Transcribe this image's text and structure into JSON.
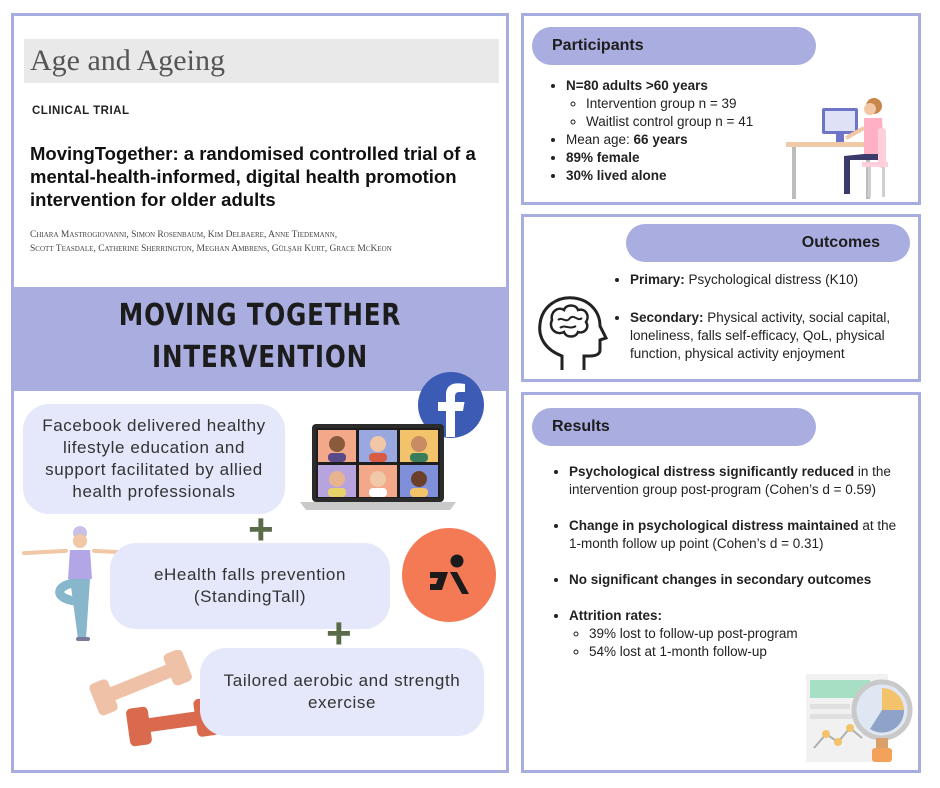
{
  "left": {
    "journal": "Age and Ageing",
    "trial_type": "CLINICAL TRIAL",
    "title": "MovingTogether: a randomised controlled trial of a mental-health-informed, digital health promotion intervention for older adults",
    "authors_line1": "Chiara Mastrogiovanni, Simon Rosenbaum, Kim Delbaere, Anne Tiedemann,",
    "authors_line2": "Scott Teasdale, Catherine Sherrington, Meghan Ambrens, Gülşah Kurt, Grace McKeon",
    "banner_line1": "MOVING TOGETHER",
    "banner_line2": "INTERVENTION",
    "component1": "Facebook delivered healthy lifestyle education and support facilitated by allied health professionals",
    "component2": "eHealth falls prevention (StandingTall)",
    "component3": "Tailored aerobic and strength exercise",
    "plus": "+"
  },
  "participants": {
    "heading": "Participants",
    "n_total": "N=80 adults >60 years",
    "intervention": "Intervention group n = 39",
    "waitlist": "Waitlist control group n = 41",
    "mean_age_label": "Mean age: ",
    "mean_age_value": "66 years",
    "female": "89% female",
    "alone": "30% lived alone"
  },
  "outcomes": {
    "heading": "Outcomes",
    "primary_label": "Primary:",
    "primary_text": " Psychological distress (K10)",
    "secondary_label": "Secondary:",
    "secondary_text": " Physical activity, social capital, loneliness, falls self-efficacy, QoL, physical function, physical activity enjoyment"
  },
  "results": {
    "heading": "Results",
    "r1_bold": "Psychological distress significantly reduced",
    "r1_text": " in the intervention group post-program (Cohen’s d = 0.59)",
    "r2_bold": "Change in psychological distress maintained",
    "r2_text": " at the 1-month follow up point (Cohen’s d = 0.31)",
    "r3_bold": "No significant changes in secondary outcomes",
    "r4_bold": "Attrition rates:",
    "r4_sub1": "39% lost to follow-up post-program",
    "r4_sub2": "54% lost at 1-month follow-up"
  },
  "colors": {
    "border": "#a7addf",
    "pill": "#a9addf",
    "bubble": "#e4e8fa",
    "facebook": "#3b5bb5",
    "logo_orange": "#f47a55",
    "plus": "#5b6b4a",
    "dumbbell_light": "#efc2a8",
    "dumbbell_dark": "#d96a4d"
  },
  "icons": [
    "facebook-icon",
    "standingtall-logo-icon",
    "brain-head-icon",
    "laptop-video-call-icon",
    "person-at-desk-icon",
    "chart-magnifier-icon",
    "yoga-woman-icon",
    "dumbbell-icon"
  ]
}
